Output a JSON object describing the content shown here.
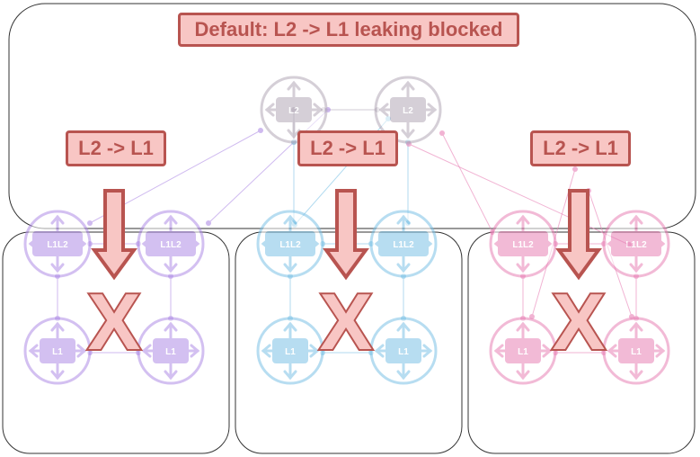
{
  "title": "Default: L2 -> L1 leaking blocked",
  "callouts": [
    "L2 -> L1",
    "L2 -> L1",
    "L2 -> L1"
  ],
  "blocked_mark": "X",
  "backbone": {
    "routers": [
      {
        "label": "L2"
      },
      {
        "label": "L2"
      }
    ]
  },
  "areas": [
    {
      "color": "#b08de6",
      "routers": [
        {
          "label": "L1L2"
        },
        {
          "label": "L1L2"
        },
        {
          "label": "L1"
        },
        {
          "label": "L1"
        }
      ]
    },
    {
      "color": "#7ec3e6",
      "routers": [
        {
          "label": "L1L2"
        },
        {
          "label": "L1L2"
        },
        {
          "label": "L1"
        },
        {
          "label": "L1"
        }
      ]
    },
    {
      "color": "#e882b6",
      "routers": [
        {
          "label": "L1L2"
        },
        {
          "label": "L1L2"
        },
        {
          "label": "L1"
        },
        {
          "label": "L1"
        }
      ]
    }
  ],
  "colors": {
    "callout_fill": "#f8c6c4",
    "callout_stroke": "#b85450",
    "backbone": "#b3a9b8",
    "box_border": "#333333"
  }
}
